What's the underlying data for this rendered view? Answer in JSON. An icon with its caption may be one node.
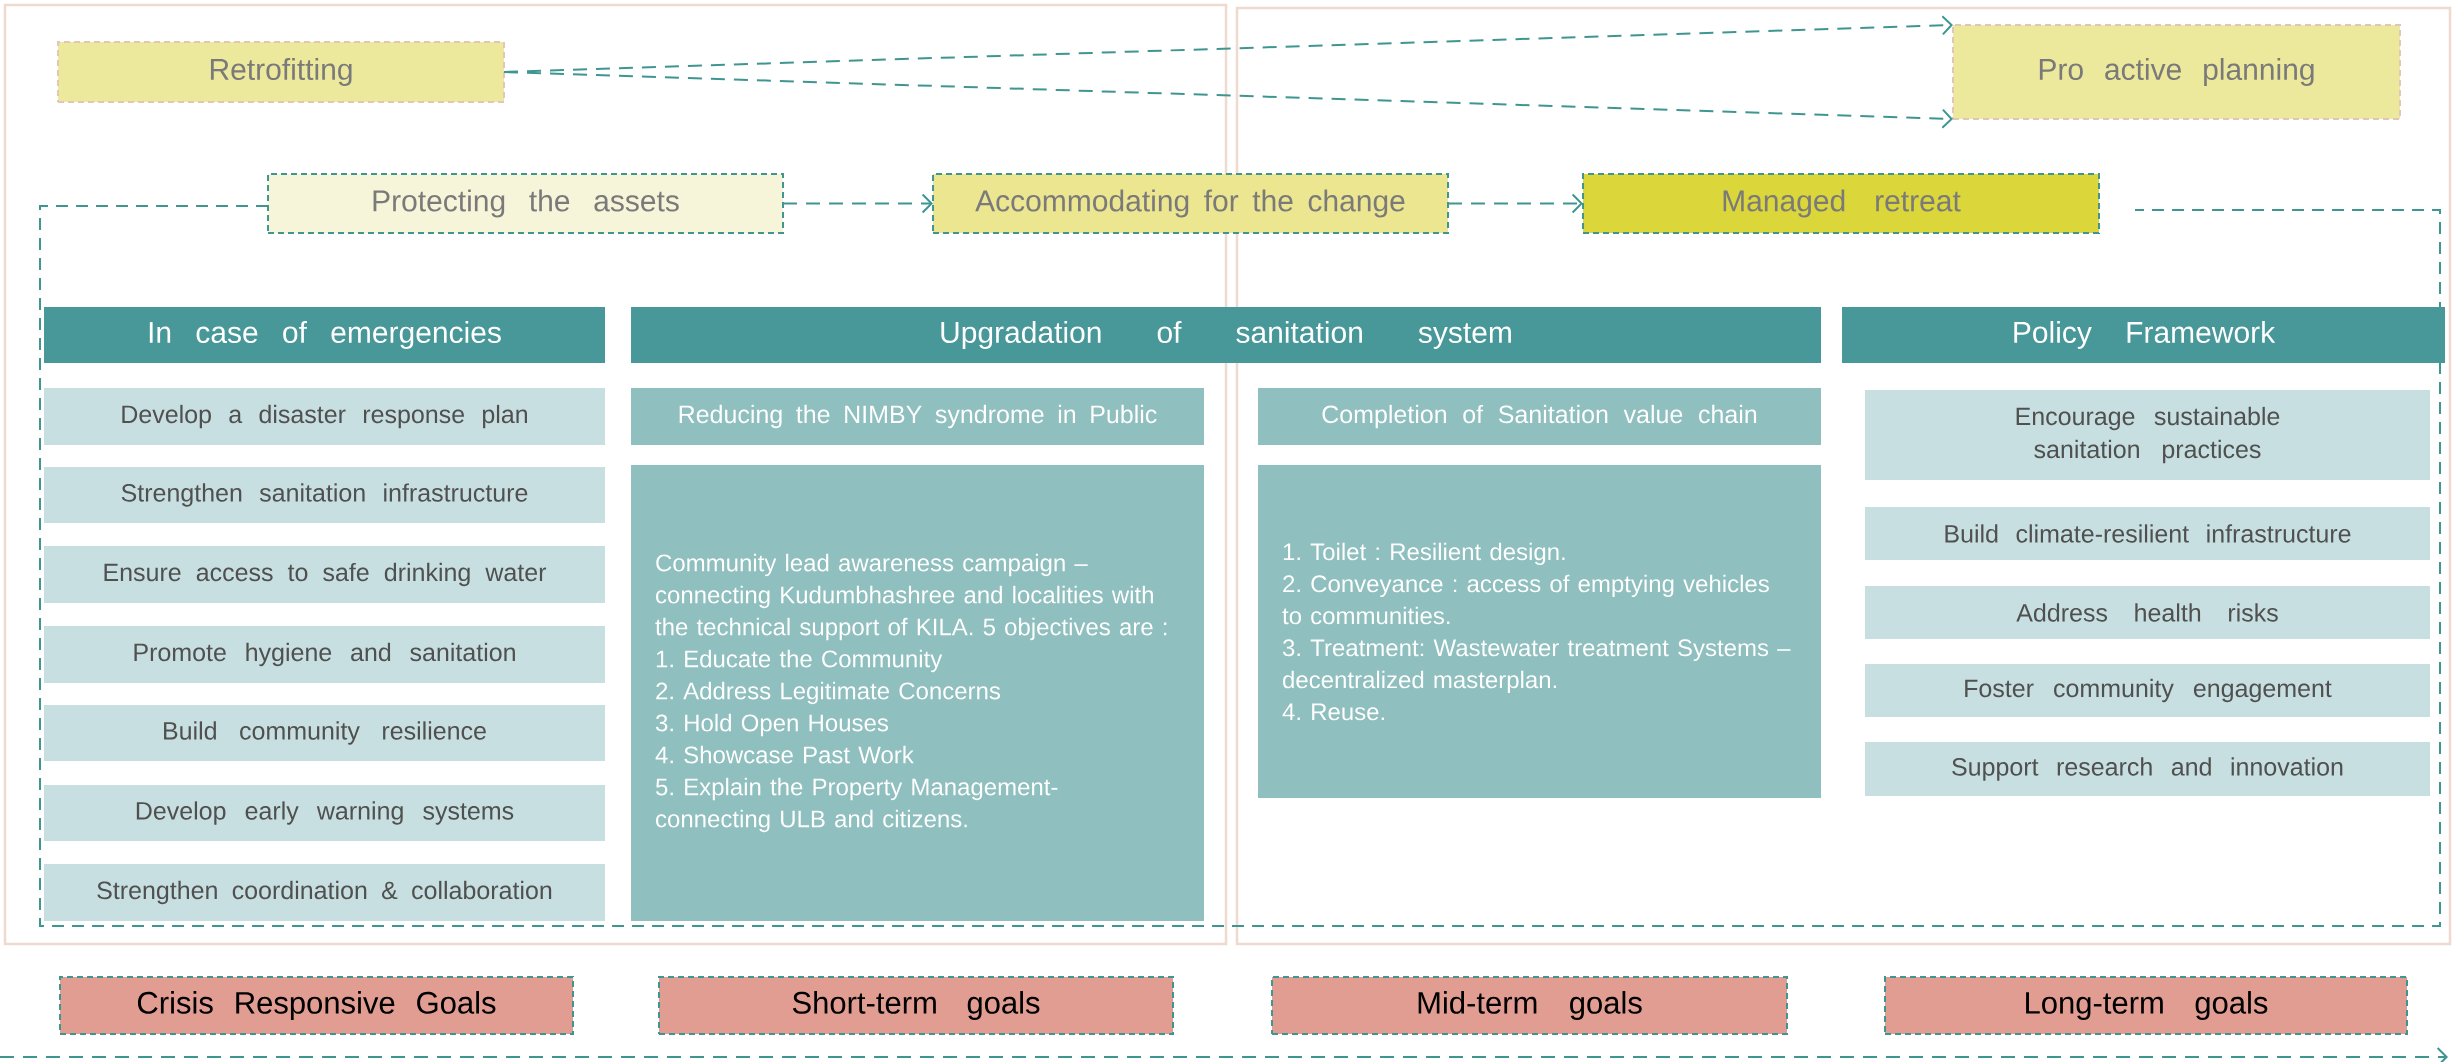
{
  "diagram": {
    "nodes": [
      {
        "text": [
          "Retrofitting"
        ]
      },
      {
        "text": [
          "Pro active planning"
        ]
      },
      {
        "text": [
          "Protecting the assets"
        ]
      },
      {
        "text": [
          "Accommodating for the change"
        ]
      },
      {
        "text": [
          "Managed retreat"
        ]
      },
      {
        "text": [
          "In case of emergencies"
        ]
      },
      {
        "text": [
          "Upgradation of sanitation system"
        ]
      },
      {
        "text": [
          "Policy Framework"
        ]
      },
      {
        "text": [
          "Develop a disaster response plan"
        ]
      },
      {
        "text": [
          "Strengthen sanitation infrastructure"
        ]
      },
      {
        "text": [
          "Ensure access to safe drinking water"
        ]
      },
      {
        "text": [
          "Promote hygiene and sanitation"
        ]
      },
      {
        "text": [
          "Build community resilience"
        ]
      },
      {
        "text": [
          "Develop early warning systems"
        ]
      },
      {
        "text": [
          "Strengthen coordination & collaboration"
        ]
      },
      {
        "text": [
          "Reducing the NIMBY syndrome in Public"
        ]
      },
      {
        "text": [
          "Community lead awareness campaign – connecting Kudumbhashree and localities with the technical support of KILA. 5 objectives are :",
          "1. Educate the Community",
          "2. Address Legitimate Concerns",
          "3. Hold Open Houses",
          "4. Showcase Past Work",
          "5. Explain the Property Management- connecting ULB and citizens."
        ]
      },
      {
        "text": [
          "Completion of Sanitation value chain"
        ]
      },
      {
        "text": [
          "1. Toilet : Resilient design.",
          "2. Conveyance : access of emptying vehicles to communities.",
          "3. Treatment: Wastewater treatment Systems – decentralized masterplan.",
          "4. Reuse."
        ]
      },
      {
        "text": [
          "Encourage sustainable sanitation practices"
        ]
      },
      {
        "text": [
          "Build climate-resilient infrastructure"
        ]
      },
      {
        "text": [
          "Address health risks"
        ]
      },
      {
        "text": [
          "Foster community engagement"
        ]
      },
      {
        "text": [
          "Support research and innovation"
        ]
      },
      {
        "text": [
          "Crisis Responsive Goals"
        ]
      },
      {
        "text": [
          "Short-term goals"
        ]
      },
      {
        "text": [
          "Mid-term goals"
        ]
      },
      {
        "text": [
          "Long-term goals"
        ]
      }
    ],
    "edges": [
      {
        "from": 0,
        "to": 1,
        "arrow": "to",
        "style": "dashed"
      },
      {
        "from": 0,
        "to": 1,
        "arrow": "to",
        "style": "dashed"
      },
      {
        "from": 2,
        "to": 3,
        "arrow": "to",
        "style": "dashed"
      },
      {
        "from": 3,
        "to": 4,
        "arrow": "to",
        "style": "dashed"
      }
    ]
  }
}
